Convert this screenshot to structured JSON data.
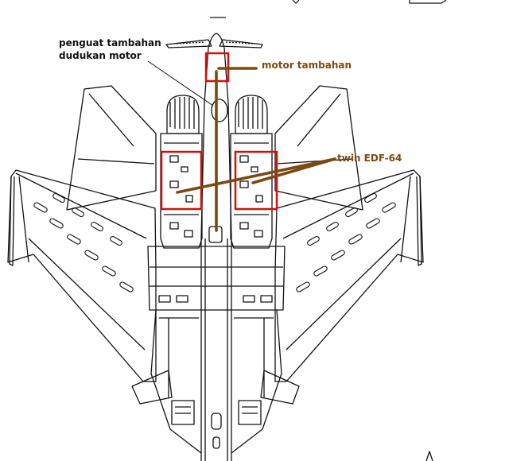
{
  "annotations": {
    "reinforcement_line1": "penguat tambahan",
    "reinforcement_line2": "dudukan motor",
    "extra_motor": "motor tambahan",
    "twin_edf": "twin EDF-64"
  },
  "colors": {
    "line_art": "#111111",
    "highlight_box": "#cc1111",
    "pointer_brown": "#7a4a12",
    "label_brown": "#7a4a12",
    "background": "#ffffff"
  },
  "icons": {
    "aircraft": "jet-fighter-planform-icon"
  }
}
